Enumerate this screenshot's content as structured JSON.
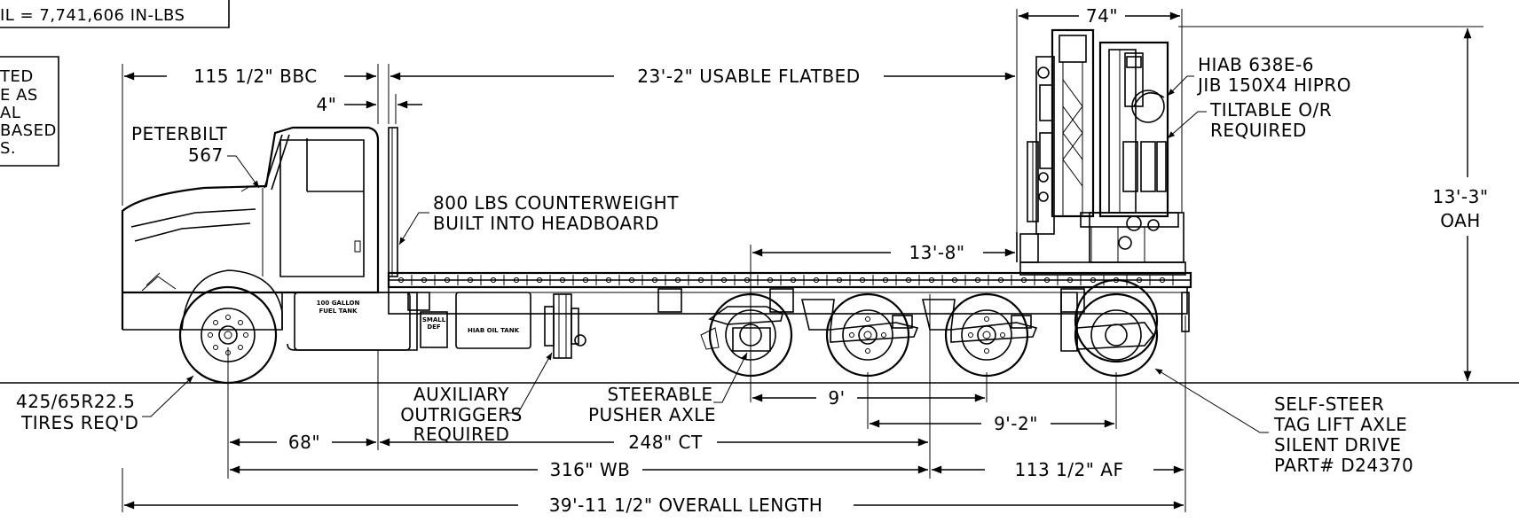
{
  "moment": {
    "text": "IL = 7,741,606 IN-LBS"
  },
  "note": {
    "lines": [
      "TED",
      "E AS",
      "AL",
      "BASED",
      "S."
    ]
  },
  "truck": {
    "make": "PETERBILT",
    "model": "567"
  },
  "fuel_tank": {
    "line1": "100 GALLON",
    "line2": "FUEL TANK"
  },
  "def_tank": {
    "line1": "SMALL",
    "line2": "DEF"
  },
  "oil_tank": {
    "text": "HIAB OIL TANK"
  },
  "crane": {
    "line1": "HIAB 638E-6",
    "line2": "JIB 150X4 HIPRO"
  },
  "tiltable": {
    "line1": "TILTABLE O/R",
    "line2": "REQUIRED"
  },
  "counterweight": {
    "line1": "800 LBS COUNTERWEIGHT",
    "line2": "BUILT INTO HEADBOARD"
  },
  "outriggers": {
    "line1": "AUXILIARY",
    "line2": "OUTRIGGERS",
    "line3": "REQUIRED"
  },
  "pusher": {
    "line1": "STEERABLE",
    "line2": "PUSHER AXLE"
  },
  "tag_axle": {
    "line1": "SELF-STEER",
    "line2": "TAG LIFT AXLE",
    "line3": "SILENT DRIVE",
    "line4": "PART# D24370"
  },
  "tires": {
    "line1": "425/65R22.5",
    "line2": "TIRES REQ'D"
  },
  "height": {
    "line1": "13'-3\"",
    "line2": "OAH"
  },
  "dimensions": {
    "bbc": "115 1/2\" BBC",
    "gap": "4\"",
    "flatbed": "23'-2\" USABLE FLATBED",
    "crane_width": "74\"",
    "span_13_8": "13'-8\"",
    "span_9": "9'",
    "span_9_2": "9'-2\"",
    "front_68": "68\"",
    "ct": "248\" CT",
    "wb": "316\" WB",
    "af": "113 1/2\" AF",
    "overall": "39'-11 1/2\" OVERALL LENGTH"
  }
}
